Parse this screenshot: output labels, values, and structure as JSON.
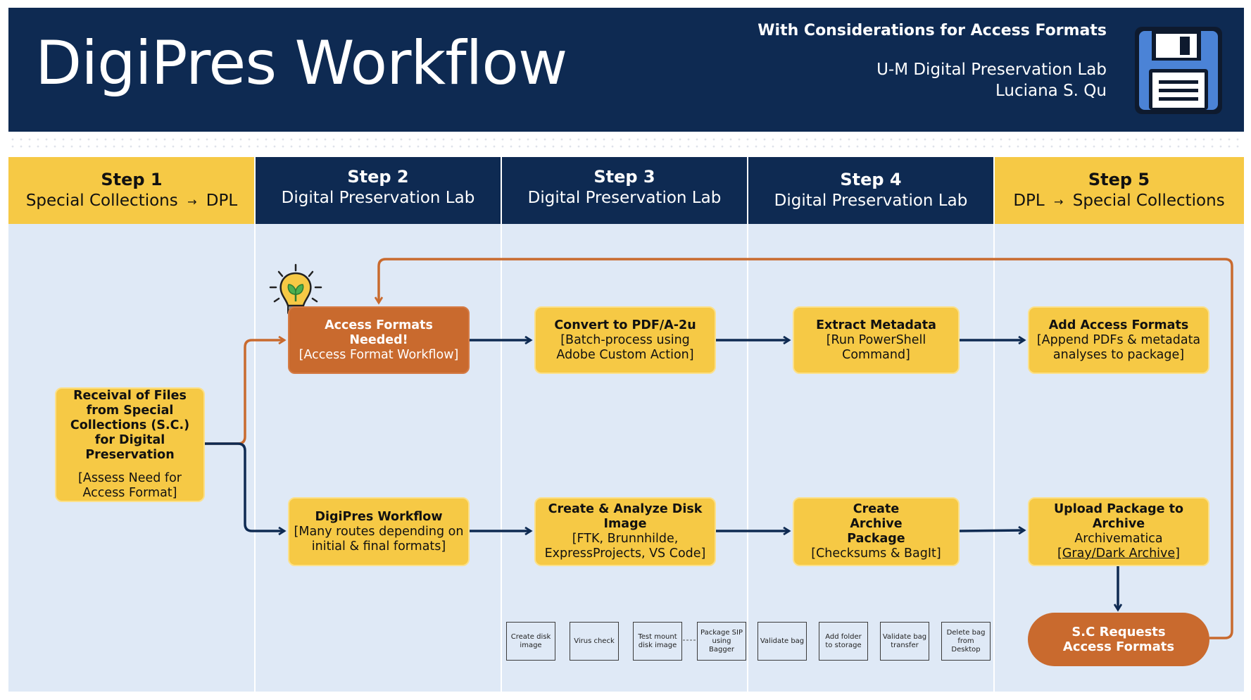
{
  "header": {
    "title": "DigiPres Workflow",
    "subtitle": "With Considerations for Access Formats",
    "lab": "U-M Digital Preservation Lab",
    "author": "Luciana S. Qu",
    "icon": "floppy-disk-icon"
  },
  "columns": [
    {
      "step": "Step 1",
      "left": "Special Collections",
      "right": "DPL"
    },
    {
      "step": "Step 2",
      "label": "Digital Preservation Lab"
    },
    {
      "step": "Step 3",
      "label": "Digital Preservation Lab"
    },
    {
      "step": "Step 4",
      "label": "Digital Preservation Lab"
    },
    {
      "step": "Step 5",
      "left": "DPL",
      "right": "Special Collections"
    }
  ],
  "arrow_glyph": "→",
  "boxes": {
    "receival": {
      "title": "Receival of Files from Special Collections (S.C.) for Digital Preservation",
      "detail": "[Assess Need for Access Format]"
    },
    "access_needed": {
      "title": "Access Formats Needed!",
      "detail": "[Access Format Workflow]"
    },
    "convert": {
      "title": "Convert to PDF/A-2u",
      "detail": "[Batch-process using Adobe Custom Action]"
    },
    "extract": {
      "title": "Extract Metadata",
      "detail": "[Run PowerShell Command]"
    },
    "add_access": {
      "title": "Add Access Formats",
      "detail": "[Append PDFs & metadata analyses to package]"
    },
    "digipres": {
      "title": "DigiPres Workflow",
      "detail": "[Many routes depending on initial & final formats]"
    },
    "disk_image": {
      "title": "Create & Analyze Disk Image",
      "detail": "[FTK, Brunnhilde, ExpressProjects, VS Code]"
    },
    "archive_pkg": {
      "title": "Create Archive Package",
      "detail": "[Checksums & BagIt]"
    },
    "upload": {
      "title": "Upload Package to Archive",
      "detail1": "Archivematica",
      "detail2": "[Gray/Dark Archive]"
    },
    "requests": {
      "title": "S.C Requests Access Formats"
    }
  },
  "substeps": [
    "Create disk image",
    "Virus check",
    "Test mount disk image",
    "Package SIP using Bagger",
    "Validate bag",
    "Add folder to storage",
    "Validate bag transfer",
    "Delete bag from Desktop"
  ],
  "colors": {
    "navy": "#0e2a52",
    "yellow": "#f6c945",
    "orange": "#c96a2e",
    "light_blue": "#dfe9f6"
  }
}
